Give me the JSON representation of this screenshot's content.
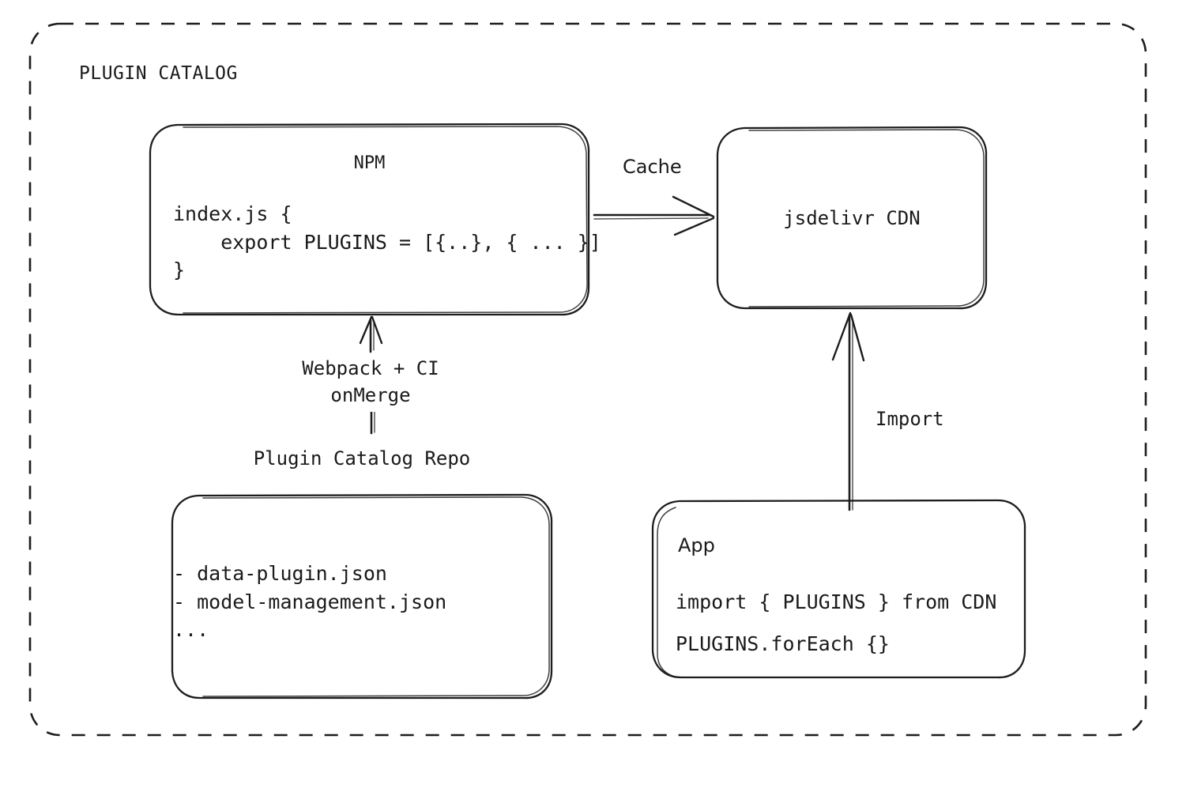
{
  "diagram": {
    "type": "architecture-flow",
    "style": "hand-drawn sketch, black ink on white",
    "container": {
      "title": "PLUGIN CATALOG",
      "border": "dashed",
      "color": "#1d1d1d"
    },
    "nodes": {
      "npm": {
        "title": "NPM",
        "code_lines": [
          "index.js {",
          "    export PLUGINS = [{..}, { ... }]",
          "}"
        ]
      },
      "cdn": {
        "title": "jsdelivr CDN"
      },
      "repo": {
        "title": "Plugin Catalog Repo",
        "items": [
          "- data-plugin.json",
          "- model-management.json",
          "..."
        ]
      },
      "app": {
        "title": "App",
        "code_lines": [
          "import { PLUGINS } from CDN",
          "PLUGINS.forEach {}"
        ]
      }
    },
    "edges": [
      {
        "id": "npm-to-cdn",
        "from": "npm",
        "to": "cdn",
        "label": "Cache",
        "direction": "right"
      },
      {
        "id": "repo-to-npm",
        "from": "repo",
        "to": "npm",
        "label": "Webpack + CI\nonMerge",
        "label_line1": "Webpack + CI",
        "label_line2": "onMerge",
        "direction": "up"
      },
      {
        "id": "app-to-cdn",
        "from": "app",
        "to": "cdn",
        "label": "Import",
        "direction": "up"
      }
    ]
  }
}
